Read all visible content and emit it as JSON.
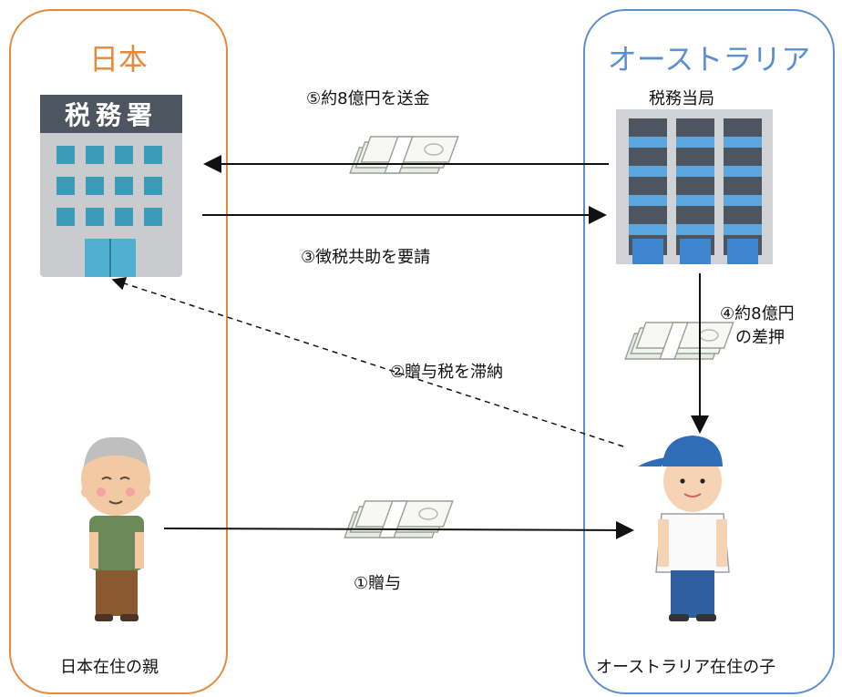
{
  "japan": {
    "title": "日本",
    "office_sign": "税務署",
    "person_label": "日本在住の親"
  },
  "australia": {
    "title": "オーストラリア",
    "office_label": "税務当局",
    "person_label": "オーストラリア在住の子"
  },
  "steps": {
    "step1": "①贈与",
    "step2": "②贈与税を滞納",
    "step3": "③徴税共助を要請",
    "step4_line1": "④約8億円",
    "step4_line2": "の差押",
    "step5": "⑤約8億円を送金"
  },
  "colors": {
    "japan_accent": "#e58a3c",
    "australia_accent": "#5b8fcf",
    "building_gray": "#c9cbcf",
    "window_teal": "#3a9cb8",
    "cap_blue": "#2f6db6"
  },
  "icons": [
    "tax-office-icon",
    "tax-authority-building-icon",
    "money-bundle-icon",
    "elderly-parent-icon",
    "child-icon"
  ]
}
